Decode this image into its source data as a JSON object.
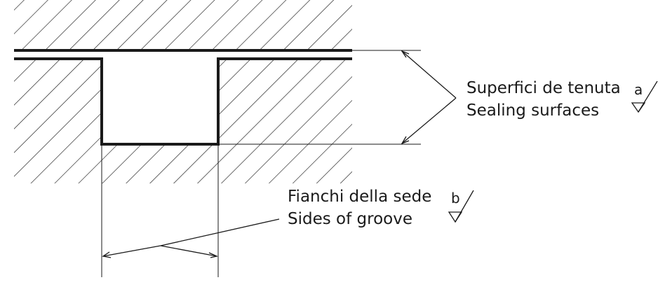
{
  "labels": {
    "sealing_it": "Superfici de tenuta",
    "sealing_en": "Sealing surfaces",
    "sealing_symbol": "a",
    "sides_it": "Fianchi della sede",
    "sides_en": "Sides of groove",
    "sides_symbol": "b"
  },
  "colors": {
    "ink": "#1a1a1a",
    "background": "#ffffff"
  }
}
